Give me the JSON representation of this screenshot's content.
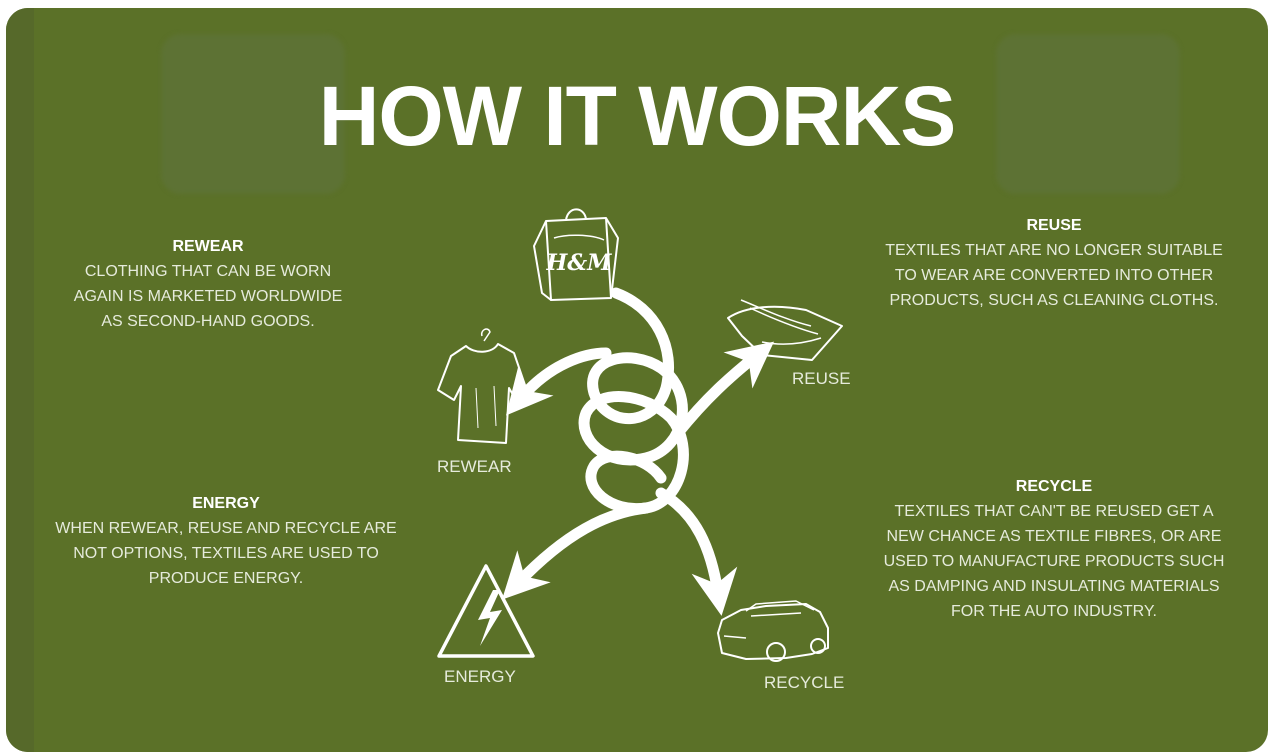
{
  "title": "HOW IT WORKS",
  "colors": {
    "background": "#5b7128",
    "text": "#ffffff",
    "body_text": "#e6ebdc"
  },
  "sections": {
    "rewear": {
      "heading": "REWEAR",
      "lines": [
        "CLOTHING THAT CAN BE WORN",
        "AGAIN IS MARKETED WORLDWIDE",
        "AS SECOND-HAND GOODS."
      ]
    },
    "energy": {
      "heading": "ENERGY",
      "lines": [
        "WHEN REWEAR, REUSE AND RECYCLE ARE",
        "NOT OPTIONS, TEXTILES ARE USED TO",
        "PRODUCE ENERGY."
      ]
    },
    "reuse": {
      "heading": "REUSE",
      "lines": [
        "TEXTILES THAT ARE NO LONGER SUITABLE",
        "TO WEAR ARE CONVERTED INTO OTHER",
        "PRODUCTS, SUCH AS CLEANING CLOTHS."
      ]
    },
    "recycle": {
      "heading": "RECYCLE",
      "lines": [
        "TEXTILES THAT CAN'T BE REUSED GET A",
        "NEW CHANCE AS TEXTILE FIBRES, OR ARE",
        "USED TO MANUFACTURE PRODUCTS SUCH",
        "AS DAMPING AND INSULATING MATERIALS",
        "FOR THE AUTO INDUSTRY."
      ]
    }
  },
  "diagram": {
    "bag_logo": "H&M",
    "labels": {
      "rewear": "REWEAR",
      "reuse": "REUSE",
      "energy": "ENERGY",
      "recycle": "RECYCLE"
    },
    "icons": [
      "shopping-bag-icon",
      "t-shirt-icon",
      "cloth-icon",
      "warning-triangle-icon",
      "car-icon"
    ]
  }
}
